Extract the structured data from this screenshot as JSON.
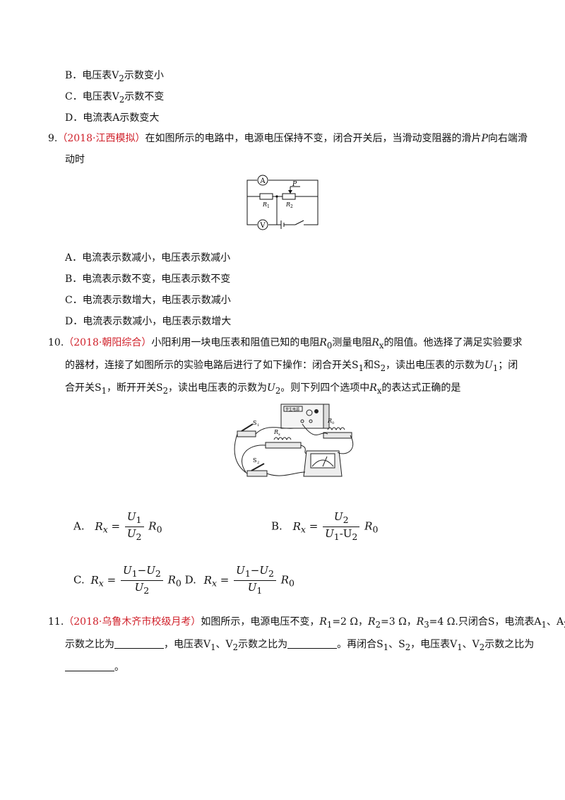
{
  "q8_options": [
    {
      "letter": "B．",
      "pre": "电压表V",
      "sub": "2",
      "post": "示数变小"
    },
    {
      "letter": "C．",
      "pre": "电压表V",
      "sub": "2",
      "post": "示数不变"
    },
    {
      "letter": "D．",
      "pre": "电流表A",
      "sub": "",
      "post": "示数变大"
    }
  ],
  "q9": {
    "number": "9.",
    "source": "（2018·江西模拟）",
    "text_a": "在如图所示的电路中，电源电压保持不变，闭合开关后，当滑动变阻器的滑片",
    "var_p": "P",
    "text_b": "向右端滑",
    "text_c": "动时",
    "circuit": {
      "ammeter": "A",
      "voltmeter": "V",
      "slider": "P",
      "r1": "R",
      "r1_sub": "1",
      "r2": "R",
      "r2_sub": "2"
    },
    "options": [
      {
        "letter": "A．",
        "text": "电流表示数减小，电压表示数减小"
      },
      {
        "letter": "B．",
        "text": "电流表示数不变，电压表示数不变"
      },
      {
        "letter": "C．",
        "text": "电流表示数增大，电压表示数减小"
      },
      {
        "letter": "D．",
        "text": "电流表示数减小，电压表示数增大"
      }
    ]
  },
  "q10": {
    "number": "10.",
    "source": "（2018·朝阳综合）",
    "l1a": "小阳利用一块电压表和阻值已知的电阻",
    "r0": "R",
    "r0_sub": "0",
    "l1b": "测量电阻",
    "rx": "R",
    "rx_sub": "x",
    "l1c": "的阻值。他选择了满足实验要求",
    "l2a": "的器材，连接了如图所示的实验电路后进行了如下操作：闭合开关S",
    "s1_sub": "1",
    "l2b": "和S",
    "s2_sub": "2",
    "l2c": "，读出电压表的示数为",
    "u": "U",
    "u1_sub": "1",
    "l2d": "；闭",
    "l3a": "合开关S",
    "l3b": "，断开开关S",
    "l3c": "，读出电压表的示数为",
    "u2_sub": "2",
    "l3d": "。则下列四个选项中",
    "l3e": "的表达式正确的是",
    "figure_labels": {
      "s1": "S",
      "s1_sub": "1",
      "rx": "R",
      "rx_sub": "x",
      "r0": "R",
      "r0_sub": "0",
      "s2": "S",
      "s2_sub": "2",
      "box_label": "学生电源"
    },
    "options": {
      "a": "A.",
      "b": "B.",
      "c": "C.",
      "d": "D.",
      "rx": "R",
      "x": "x",
      "eq": "=",
      "u": "U",
      "one": "1",
      "two": "2",
      "minus": "−",
      "dash": "-",
      "r0": "R",
      "zero": "0"
    }
  },
  "q11": {
    "number": "11.",
    "source": "（2018·乌鲁木齐市校级月考）",
    "l1a": "如图所示，电源电压不变，",
    "r1": "R",
    "r1v": "=2 Ω，",
    "r2": "R",
    "r2v": "=3 Ω，",
    "r3": "R",
    "r3v": "=4 Ω.只闭合S，电流表A",
    "l1b": "、A",
    "l2a": "示数之比为",
    "l2b": "，电压表V",
    "l2c": "、V",
    "l2d": "示数之比为",
    "l2e": "。再闭合S",
    "l2f": "、S",
    "l2g": "，电压表V",
    "l2h": "、V",
    "l2i": "示数之比为",
    "l3": "。",
    "sub1": "1",
    "sub2": "2",
    "sub3": "3"
  }
}
